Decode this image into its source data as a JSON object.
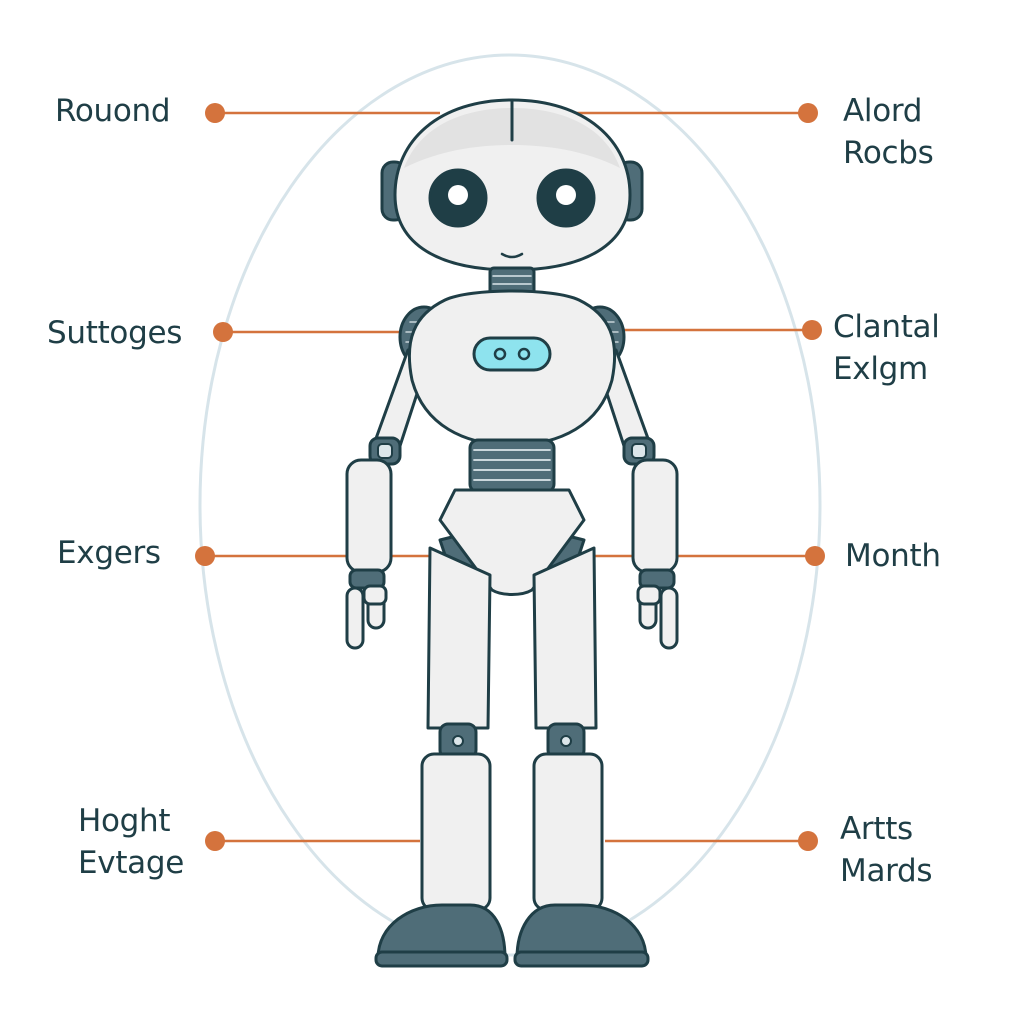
{
  "colors": {
    "outline": "#1f3e46",
    "body": "#eeeeee",
    "accent_dark": "#4f6d78",
    "leader": "#d4733d",
    "halo": "#d7e4ea",
    "visor": "#8ee3ee"
  },
  "labels": {
    "left": [
      {
        "lines": [
          "Rouond"
        ]
      },
      {
        "lines": [
          "Suttoges"
        ]
      },
      {
        "lines": [
          "Exgers"
        ]
      },
      {
        "lines": [
          "Hoght",
          "Evtage"
        ]
      }
    ],
    "right": [
      {
        "lines": [
          "Alord",
          "Rocbs"
        ]
      },
      {
        "lines": [
          "Clantal",
          "Exlgm"
        ]
      },
      {
        "lines": [
          "Month"
        ]
      },
      {
        "lines": [
          "Artts",
          "Mards"
        ]
      }
    ]
  }
}
